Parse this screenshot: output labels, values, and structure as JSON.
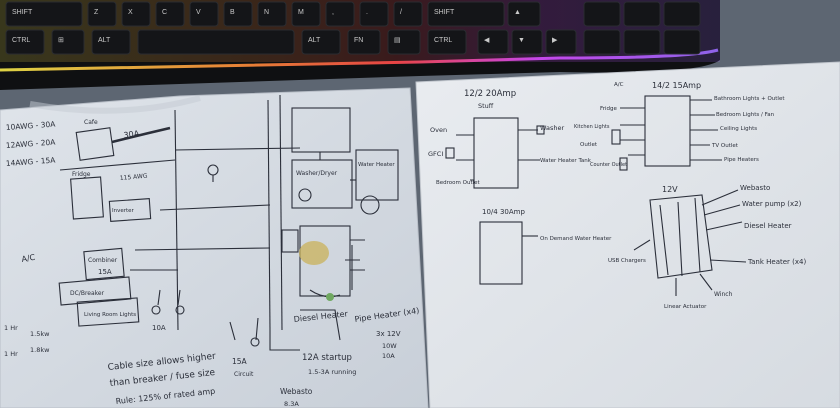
{
  "keyboard": {
    "row_top": [
      {
        "id": "shift-left",
        "label": "SHIFT"
      },
      {
        "id": "z",
        "label": "Z"
      },
      {
        "id": "x",
        "label": "X"
      },
      {
        "id": "c",
        "label": "C"
      },
      {
        "id": "v",
        "label": "V"
      },
      {
        "id": "b",
        "label": "B"
      },
      {
        "id": "n",
        "label": "N"
      },
      {
        "id": "m",
        "label": "M"
      },
      {
        "id": "comma",
        "label": ","
      },
      {
        "id": "period",
        "label": "."
      },
      {
        "id": "slash",
        "label": "/"
      },
      {
        "id": "shift-right",
        "label": "SHIFT"
      }
    ],
    "row_bottom": [
      {
        "id": "ctrl-left",
        "label": "CTRL"
      },
      {
        "id": "win",
        "label": "⊞"
      },
      {
        "id": "alt-left",
        "label": "ALT"
      },
      {
        "id": "space",
        "label": ""
      },
      {
        "id": "alt-right",
        "label": "ALT"
      },
      {
        "id": "fn",
        "label": "FN"
      },
      {
        "id": "menu",
        "label": "▤"
      },
      {
        "id": "ctrl-right",
        "label": "CTRL"
      }
    ],
    "arrows": {
      "up": "▲",
      "left": "◀",
      "down": "▼",
      "right": "▶"
    },
    "accent_colors": [
      "#f5e94a",
      "#ff8a3a",
      "#ff4a4a",
      "#d64cff",
      "#9a6bff"
    ]
  },
  "left_sheet": {
    "top_left_labels": [
      "10AWG - 30A",
      "12AWG - 20A",
      "14AWG - 15A"
    ],
    "box_labels": {
      "stove": "Cafe",
      "amp30": "30A",
      "fridge": "Fridge",
      "awg": "115 AWG",
      "inverter": "Inverter",
      "washer_dryer": "Washer/Dryer",
      "water_heater": "Water Heater",
      "ac": "A/C",
      "combiner": "Combiner",
      "amp15": "15A",
      "switch": "DC/Breaker",
      "living": "Living Room Lights",
      "pipe_heat": "Pipe Heater (x4)",
      "diesel_heater": "Diesel Heater",
      "heater_amp": "12A startup",
      "heater_run": "1.5-3A running",
      "webasto": "Webasto",
      "webasto_amp": "8.3A",
      "amp10": "10A",
      "amp15b": "15A",
      "circuit": "Circuit"
    },
    "side_notes": [
      "1 Hr",
      "1.5kw",
      "1.8kw",
      "1 Hr"
    ],
    "bottom_notes": [
      "Cable size allows higher",
      "than breaker / fuse size",
      "Rule: 125% of rated amp"
    ],
    "pipe_heater_spec": [
      "3x 12V",
      "10W",
      "10A"
    ]
  },
  "right_sheet": {
    "panel1": {
      "title": "12/2 20Amp",
      "subtitle": "Stuff",
      "left": [
        "Oven",
        "GFCI",
        "Bedroom Outlet"
      ],
      "right": [
        "Washer",
        "Water Heater Tank"
      ]
    },
    "panel2": {
      "title": "14/2 15Amp",
      "left": [
        "A/C",
        "Fridge",
        "Kitchen Lights",
        "Outlet",
        "Counter Outlet"
      ],
      "right": [
        "Bathroom Lights + Outlet",
        "Bedroom Lights / Fan",
        "Ceiling Lights",
        "TV Outlet",
        "Pipe Heaters"
      ]
    },
    "panel3": {
      "title": "10/4 30Amp",
      "right": [
        "On Demand Water Heater"
      ]
    },
    "panel4": {
      "title": "12V",
      "left": [
        "USB Chargers"
      ],
      "right": [
        "Webasto",
        "Water pump (x2)",
        "Diesel Heater",
        "Tank Heater (x4)"
      ],
      "bottom": [
        "Linear Actuator",
        "Winch"
      ]
    }
  }
}
